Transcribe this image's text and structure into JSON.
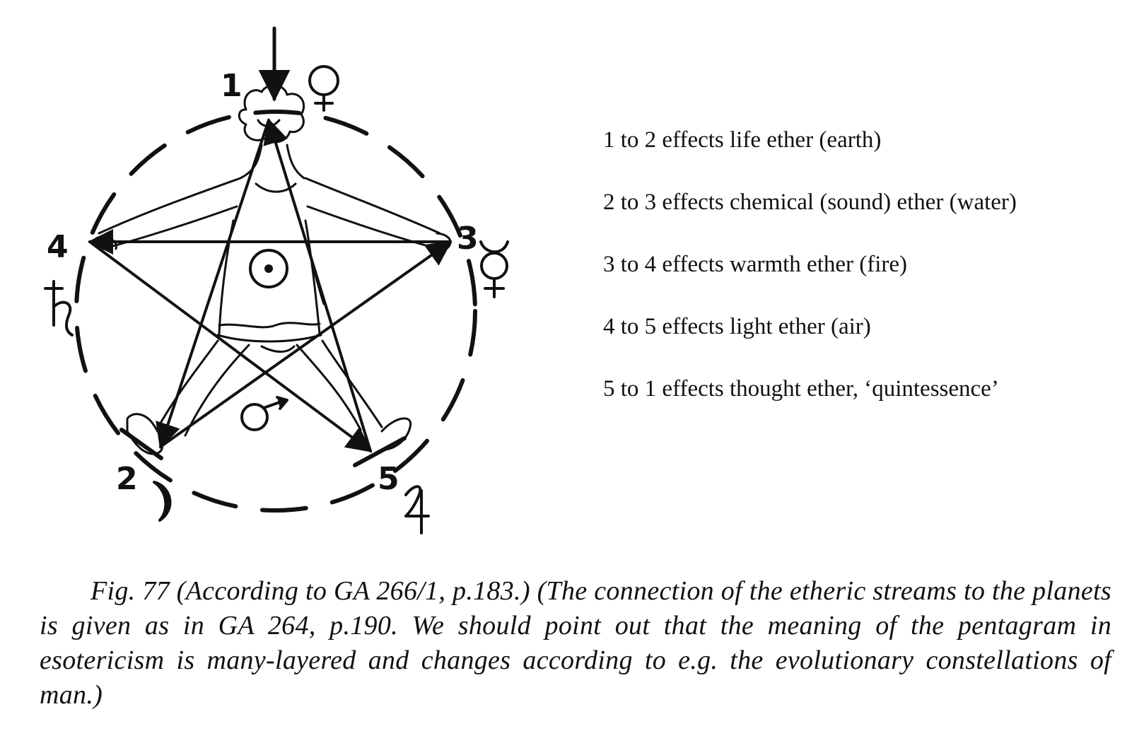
{
  "diagram": {
    "point_labels": [
      "1",
      "2",
      "3",
      "4",
      "5"
    ],
    "planet_icons": [
      "venus-symbol",
      "mercury-symbol",
      "saturn-symbol",
      "moon-symbol",
      "jupiter-symbol",
      "mars-symbol",
      "sun-symbol"
    ]
  },
  "legend": {
    "items": [
      "1 to 2 effects life ether (earth)",
      "2 to 3 effects chemical (sound) ether (water)",
      "3 to 4 effects warmth ether (fire)",
      "4 to 5 effects light ether (air)",
      "5 to 1 effects thought ether, ‘quintessence’"
    ]
  },
  "caption": {
    "text": "Fig. 77 (According to GA 266/1, p.183.) (The connection of the etheric streams to the planets is given as in GA 264, p.190. We should point out that the meaning of the pentagram in esotericism is many-layered and changes according to e.g. the evolutionary constellations of man.)"
  }
}
